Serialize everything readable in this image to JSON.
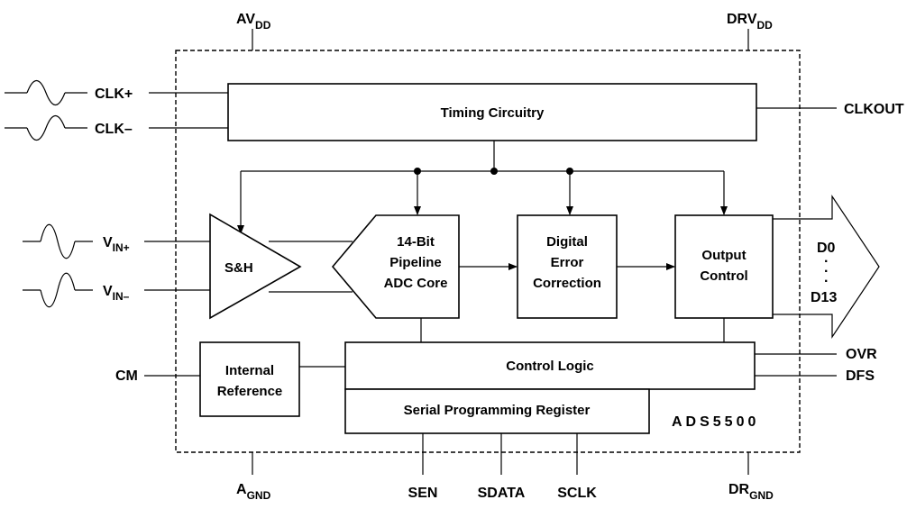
{
  "supplies": {
    "avdd": {
      "main": "AV",
      "sub": "DD"
    },
    "drvdd": {
      "main": "DRV",
      "sub": "DD"
    },
    "agnd": {
      "main": "A",
      "sub": "GND"
    },
    "drgnd": {
      "main": "DR",
      "sub": "GND"
    }
  },
  "inputs": {
    "clk_plus": "CLK+",
    "clk_minus": "CLK–",
    "vin_plus": {
      "main": "V",
      "sub": "IN+"
    },
    "vin_minus": {
      "main": "V",
      "sub": "IN–"
    },
    "cm": "CM"
  },
  "outputs": {
    "clkout": "CLKOUT",
    "ovr": "OVR",
    "dfs": "DFS",
    "d0": "D0",
    "d13": "D13",
    "dots": "·"
  },
  "blocks": {
    "timing": "Timing Circuitry",
    "sh": "S&H",
    "adc": [
      "14-Bit",
      "Pipeline",
      "ADC Core"
    ],
    "dec": [
      "Digital",
      "Error",
      "Correction"
    ],
    "outctl": [
      "Output",
      "Control"
    ],
    "intref": [
      "Internal",
      "Reference"
    ],
    "ctrl": "Control Logic",
    "spr": "Serial Programming Register"
  },
  "serial_pins": {
    "sen": "SEN",
    "sdata": "SDATA",
    "sclk": "SCLK"
  },
  "part_number": "ADS5500"
}
